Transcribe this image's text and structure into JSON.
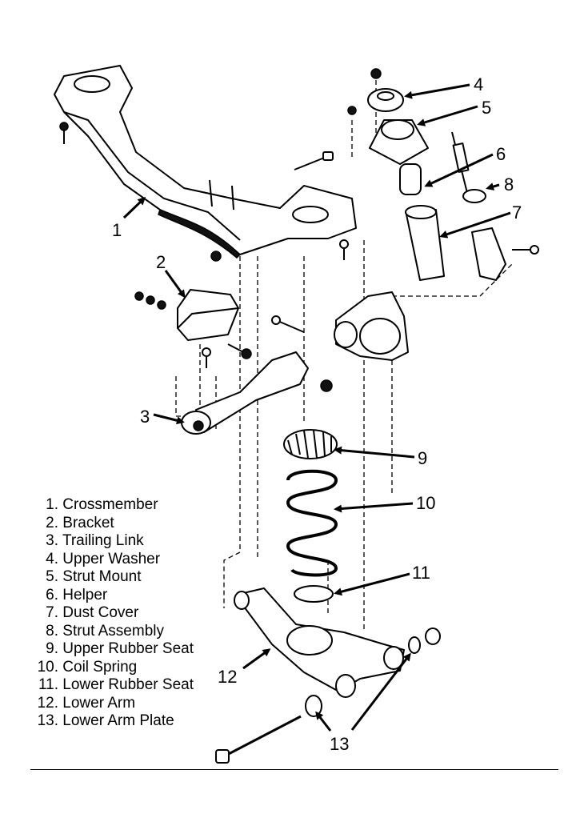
{
  "callouts": [
    "1",
    "2",
    "3",
    "4",
    "5",
    "6",
    "7",
    "8",
    "9",
    "10",
    "11",
    "12",
    "13"
  ],
  "legend": [
    {
      "num": "1.",
      "label": "Crossmember"
    },
    {
      "num": "2.",
      "label": "Bracket"
    },
    {
      "num": "3.",
      "label": "Trailing Link"
    },
    {
      "num": "4.",
      "label": "Upper Washer"
    },
    {
      "num": "5.",
      "label": "Strut Mount"
    },
    {
      "num": "6.",
      "label": "Helper"
    },
    {
      "num": "7.",
      "label": "Dust Cover"
    },
    {
      "num": "8.",
      "label": "Strut Assembly"
    },
    {
      "num": "9.",
      "label": "Upper Rubber Seat"
    },
    {
      "num": "10.",
      "label": "Coil Spring"
    },
    {
      "num": "11.",
      "label": "Lower Rubber Seat"
    },
    {
      "num": "12.",
      "label": "Lower Arm"
    },
    {
      "num": "13.",
      "label": "Lower Arm Plate"
    }
  ]
}
